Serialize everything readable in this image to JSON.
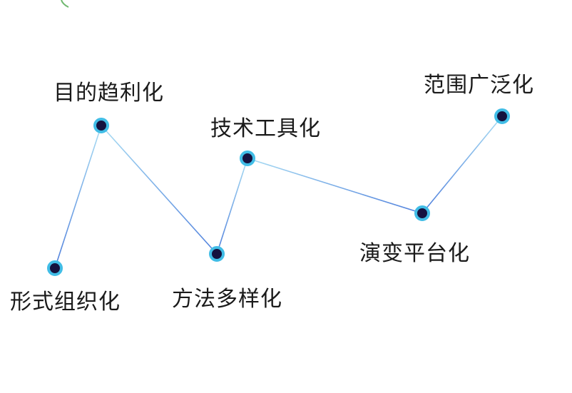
{
  "nodes": [
    {
      "id": "n1",
      "label": "形式组织化"
    },
    {
      "id": "n2",
      "label": "目的趋利化"
    },
    {
      "id": "n3",
      "label": "方法多样化"
    },
    {
      "id": "n4",
      "label": "技术工具化"
    },
    {
      "id": "n5",
      "label": "演变平台化"
    },
    {
      "id": "n6",
      "label": "范围广泛化"
    }
  ],
  "colors": {
    "node_fill": "#15123f",
    "node_ring": "#41bde6",
    "line_a": "#a9ddf3",
    "line_b": "#4f7fdc",
    "label": "#1a1a1a"
  }
}
